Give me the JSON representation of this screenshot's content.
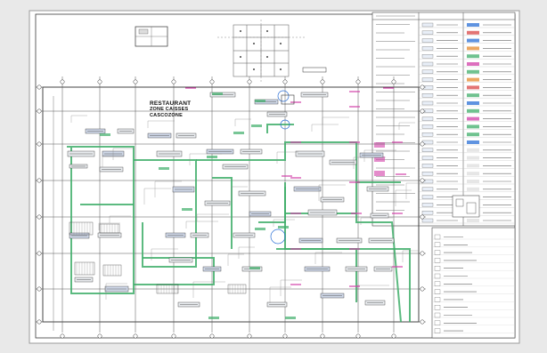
{
  "drawing": {
    "title_lines": [
      "RESTAURANT",
      "ZONE CAISSES",
      "CASCOZONE"
    ]
  },
  "colors": {
    "background": "#e9e9e9",
    "sheet": "#ffffff",
    "line": "#3a3a3a",
    "grid": "#555555",
    "green": "#3fae6a",
    "pink": "#d23fa8",
    "blue": "#2a6fd6",
    "red": "#d94545",
    "orange": "#e58a2b"
  }
}
